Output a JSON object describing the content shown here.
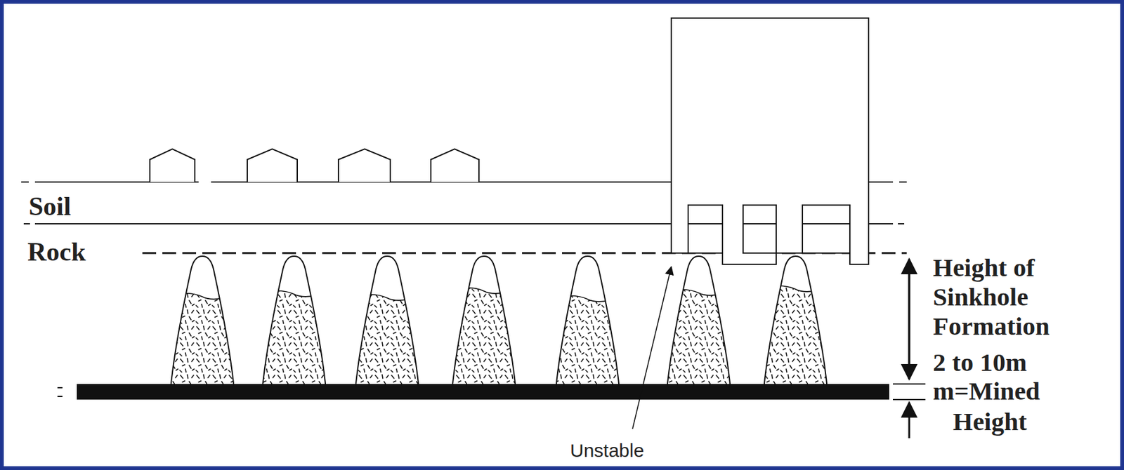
{
  "diagram": {
    "labels": [
      "Soil",
      "Rock",
      "Height of",
      "Sinkhole",
      "Formation",
      "2 to 10m",
      "m=Mined",
      "Height",
      "Unstable"
    ]
  }
}
